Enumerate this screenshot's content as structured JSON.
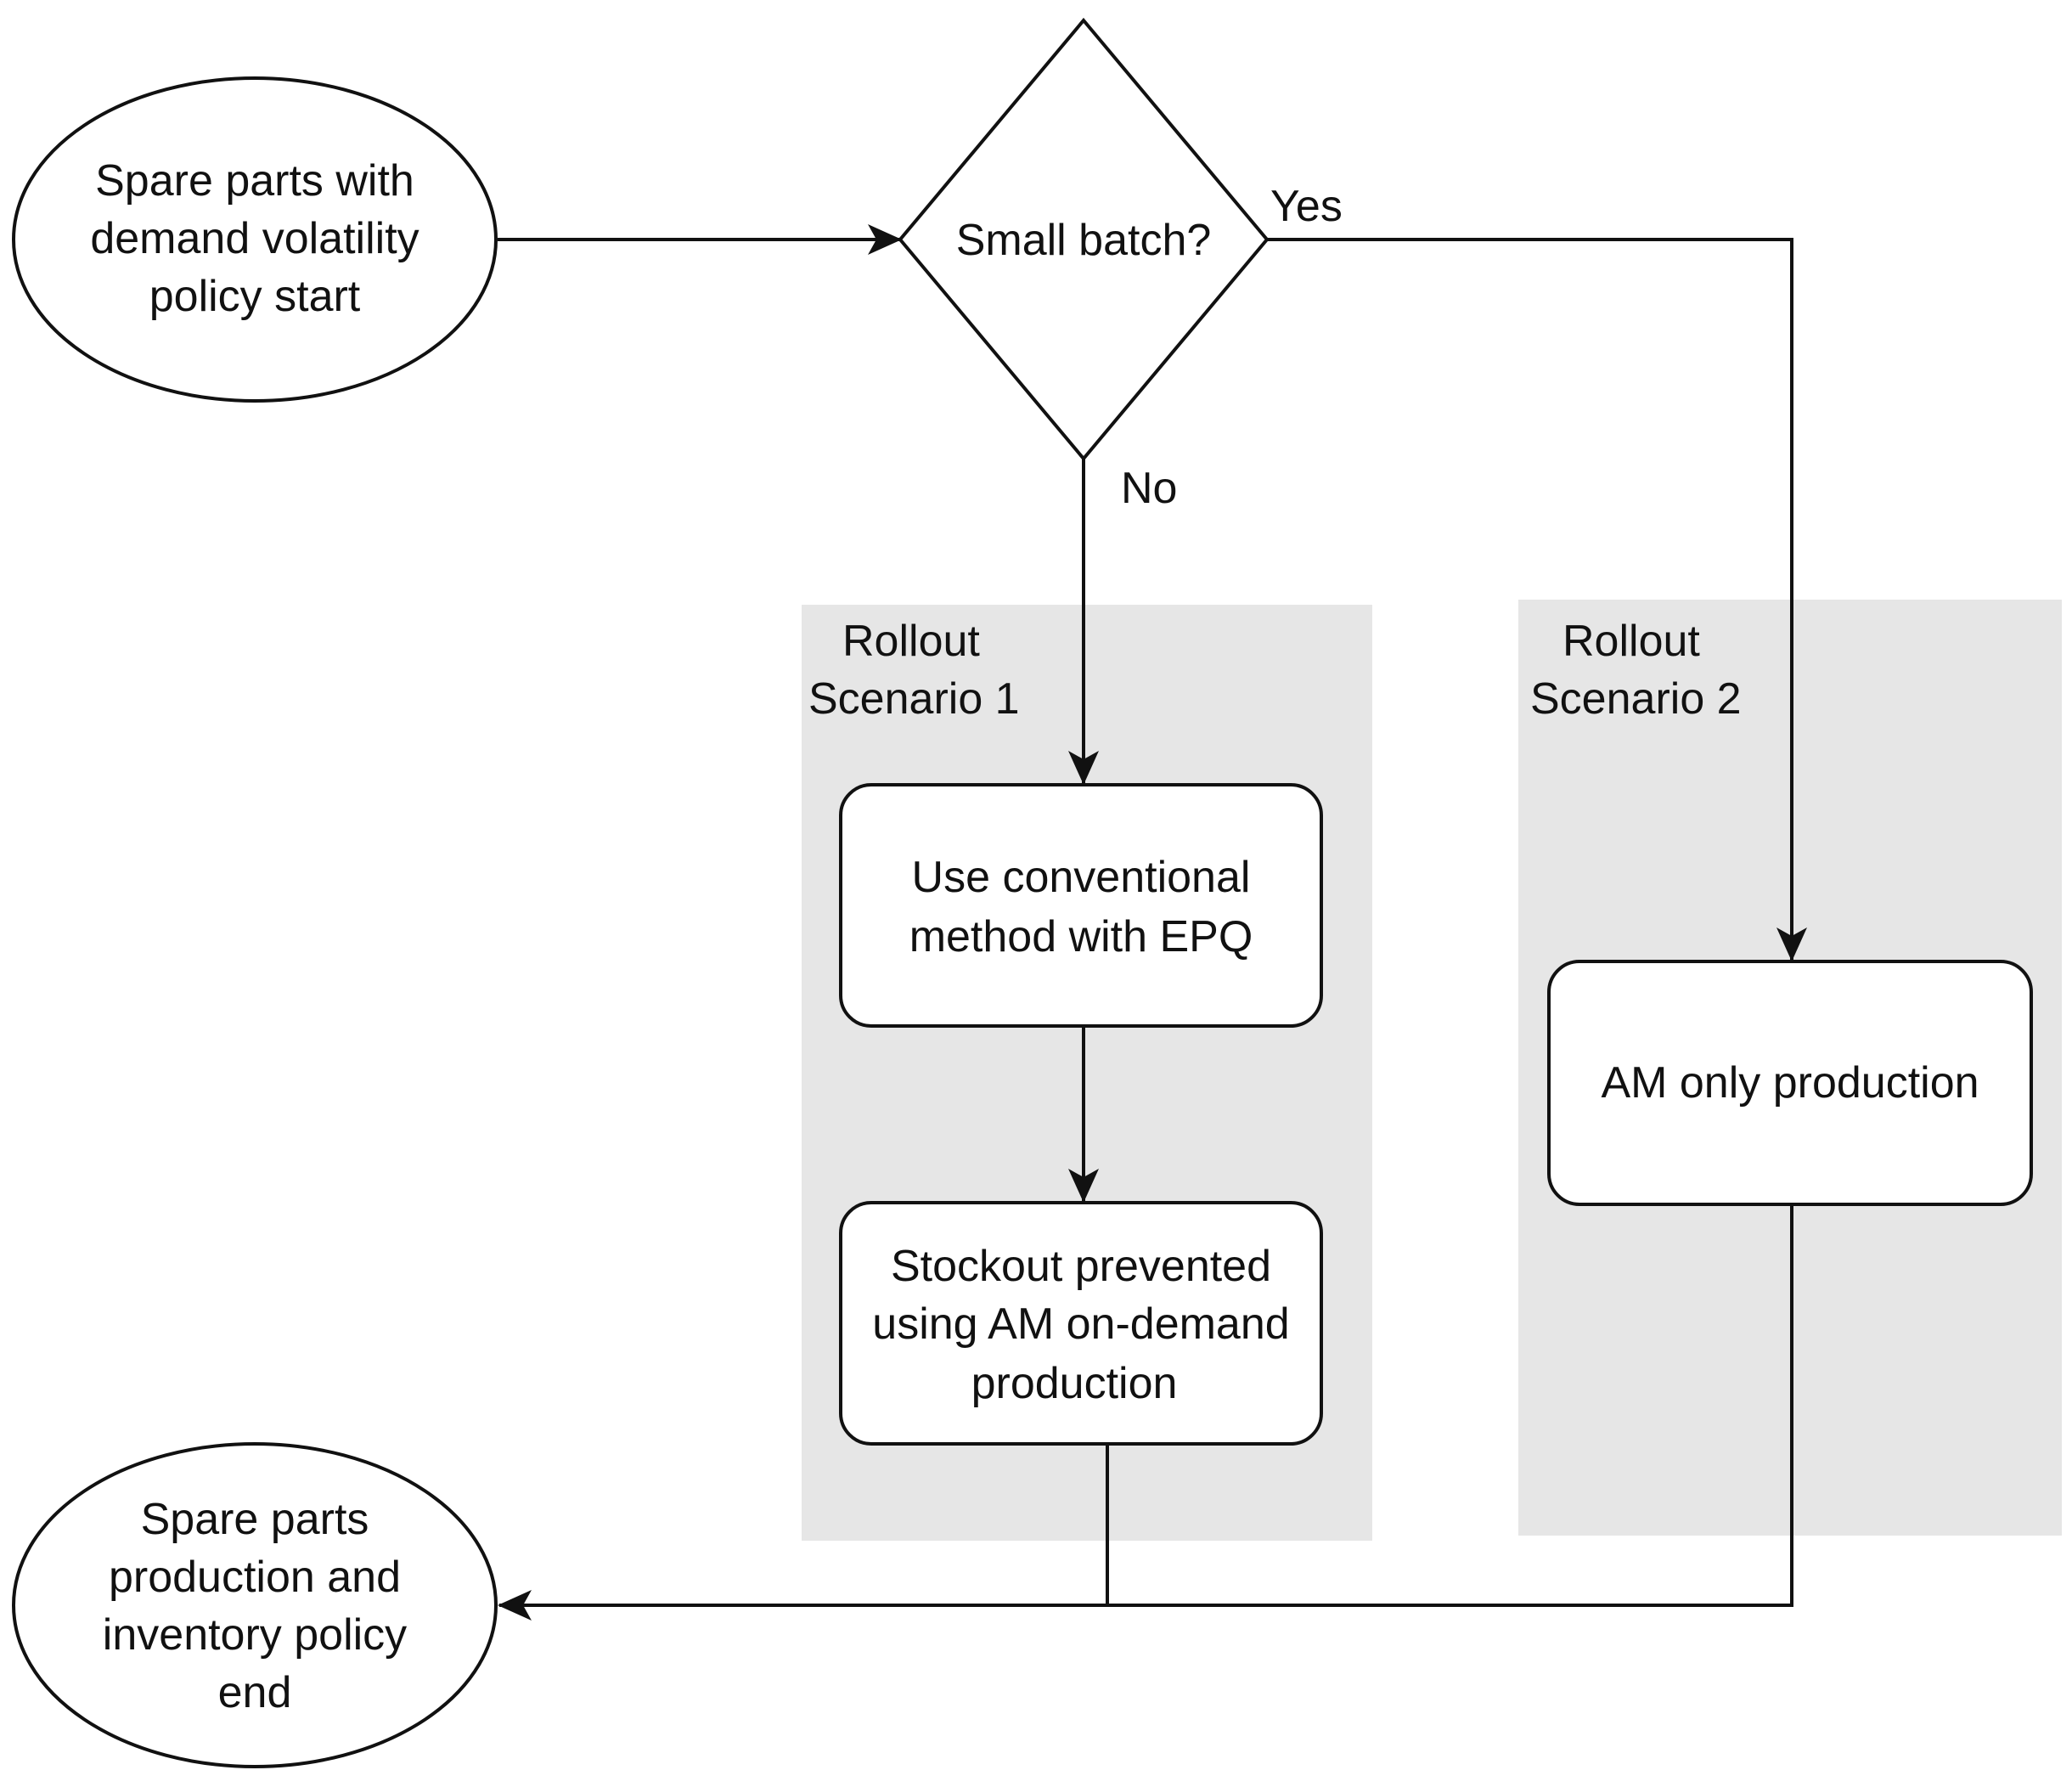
{
  "colors": {
    "stroke": "#111111",
    "node_fill": "#ffffff",
    "group_fill": "#e6e6e6"
  },
  "groups": [
    {
      "id": "scenario1",
      "lines": [
        "Rollout",
        "Scenario 1"
      ]
    },
    {
      "id": "scenario2",
      "lines": [
        "Rollout",
        "Scenario 2"
      ]
    }
  ],
  "nodes": [
    {
      "id": "start",
      "shape": "ellipse",
      "lines": [
        "Spare parts with",
        "demand volatility",
        "policy start"
      ]
    },
    {
      "id": "decision",
      "shape": "diamond",
      "lines": [
        "Small batch?"
      ]
    },
    {
      "id": "conventional",
      "shape": "rounded-rect",
      "lines": [
        "Use conventional",
        "method with EPQ"
      ]
    },
    {
      "id": "stockout",
      "shape": "rounded-rect",
      "lines": [
        "Stockout prevented",
        "using AM on-demand",
        "production"
      ]
    },
    {
      "id": "am_only",
      "shape": "rounded-rect",
      "lines": [
        "AM only production"
      ]
    },
    {
      "id": "end",
      "shape": "ellipse",
      "lines": [
        "Spare parts",
        "production and",
        "inventory policy",
        "end"
      ]
    }
  ],
  "edges": [
    {
      "id": "start-to-decision",
      "from": "start",
      "to": "decision",
      "label": ""
    },
    {
      "id": "decision-yes",
      "from": "decision",
      "to": "am_only",
      "label": "Yes"
    },
    {
      "id": "decision-no",
      "from": "decision",
      "to": "conventional",
      "label": "No"
    },
    {
      "id": "conventional-to-stockout",
      "from": "conventional",
      "to": "stockout",
      "label": ""
    },
    {
      "id": "stockout-to-end",
      "from": "stockout",
      "to": "end",
      "label": ""
    },
    {
      "id": "am-only-to-end",
      "from": "am_only",
      "to": "end",
      "label": ""
    }
  ]
}
